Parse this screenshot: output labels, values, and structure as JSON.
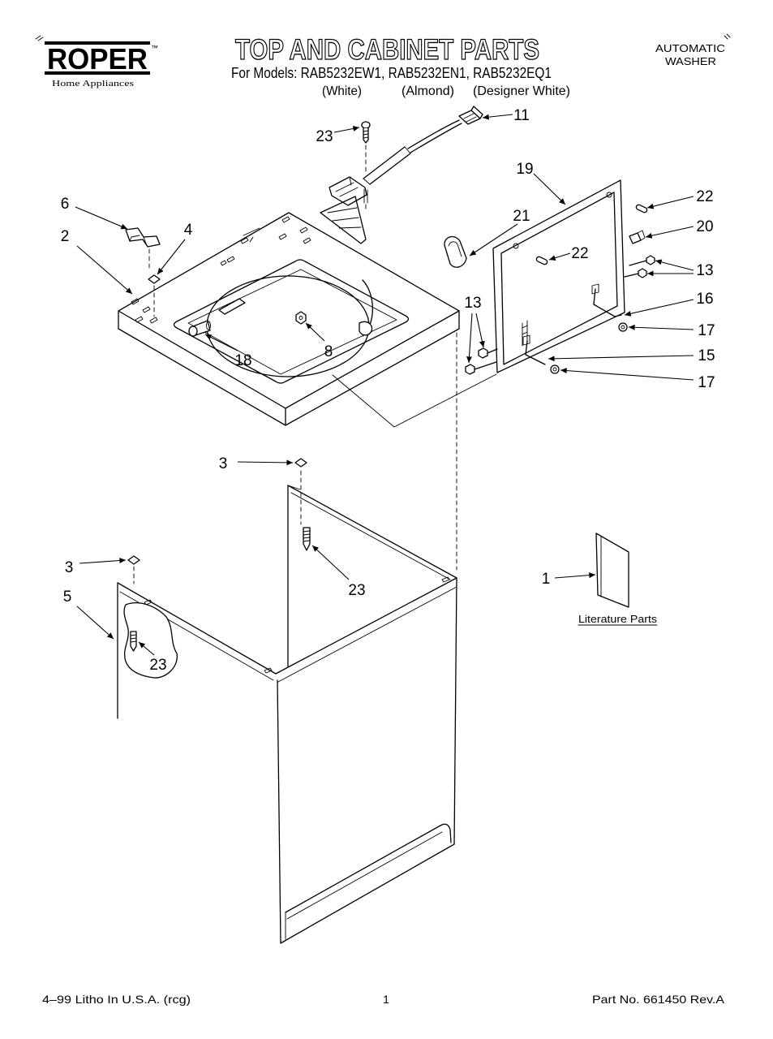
{
  "colors": {
    "ink": "#000000",
    "paper": "#ffffff"
  },
  "logo": {
    "brand": "ROPER",
    "trademark": "™",
    "tagline": "Home Appliances"
  },
  "header": {
    "title": "TOP AND CABINET PARTS",
    "models_line": "For Models: RAB5232EW1, RAB5232EN1, RAB5232EQ1",
    "color_labels": [
      "(White)",
      "(Almond)",
      "(Designer White)"
    ],
    "product_type": [
      "AUTOMATIC",
      "WASHER"
    ]
  },
  "callouts": [
    "23",
    "11",
    "6",
    "4",
    "2",
    "19",
    "22",
    "21",
    "22",
    "20",
    "13",
    "16",
    "17",
    "13",
    "15",
    "17",
    "8",
    "18",
    "3",
    "23",
    "3",
    "5",
    "23",
    "1"
  ],
  "literature_label": "Literature Parts",
  "footer": {
    "print_info": "4–99 Litho In U.S.A. (rcg)",
    "page": "1",
    "part_no": "Part No. 661450 Rev.A"
  }
}
